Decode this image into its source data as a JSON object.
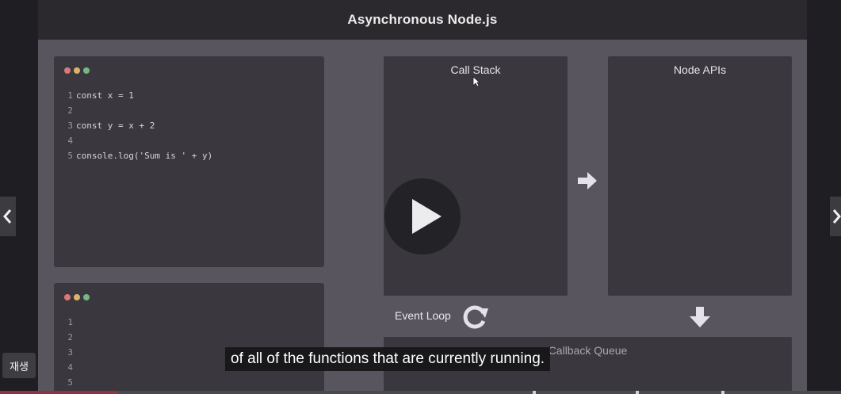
{
  "header": {
    "title": "Asynchronous Node.js"
  },
  "editor_top": {
    "window_dots": [
      "#d97a7a",
      "#d8b46a",
      "#77b686"
    ],
    "lines": [
      {
        "num": "1",
        "code": "const x = 1"
      },
      {
        "num": "2",
        "code": ""
      },
      {
        "num": "3",
        "code": "const y = x + 2"
      },
      {
        "num": "4",
        "code": ""
      },
      {
        "num": "5",
        "code": "console.log('Sum is ' + y)"
      }
    ]
  },
  "editor_bottom": {
    "window_dots": [
      "#d97a7a",
      "#d8b46a",
      "#77b686"
    ],
    "lines": [
      {
        "num": "1",
        "code": ""
      },
      {
        "num": "2",
        "code": ""
      },
      {
        "num": "3",
        "code": ""
      },
      {
        "num": "4",
        "code": ""
      },
      {
        "num": "5",
        "code": ""
      }
    ]
  },
  "panels": {
    "call_stack": "Call Stack",
    "node_apis": "Node APIs",
    "callback_queue": "Callback Queue"
  },
  "event_loop": {
    "label": "Event Loop",
    "icon": "refresh-icon"
  },
  "video": {
    "subtitle": "of all of the functions that are currently running.",
    "play_badge": "재생",
    "progress": 0.14
  },
  "colors": {
    "stage": "#58555f",
    "panel": "#3a383e",
    "header_bar": "#2b292d",
    "progress": "#8e3440"
  }
}
